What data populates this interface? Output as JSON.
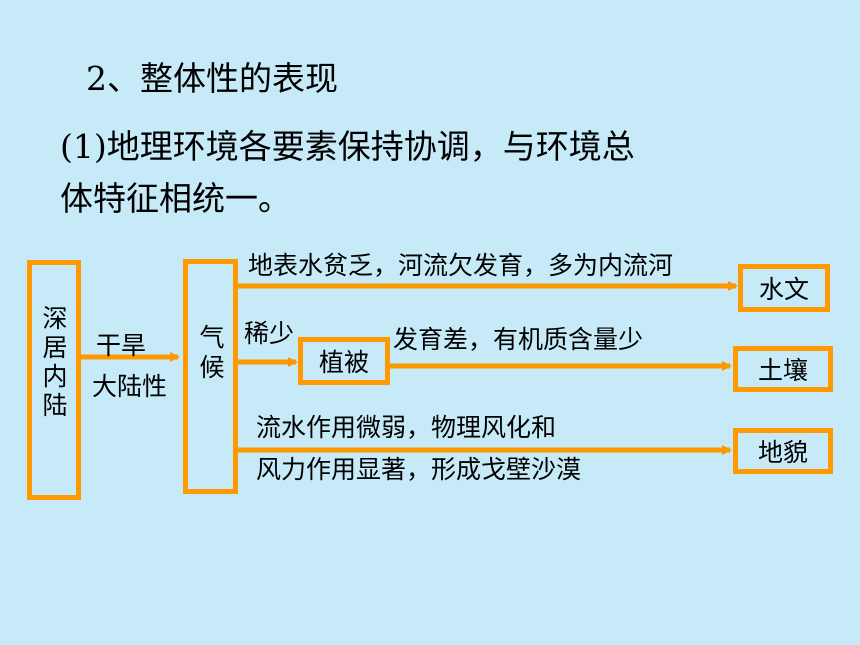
{
  "heading": "2、整体性的表现",
  "paragraph": {
    "line1": "(1)地理环境各要素保持协调，与环境总",
    "line2": "体特征相统一。"
  },
  "diagram": {
    "source": [
      "深",
      "居",
      "内",
      "陆"
    ],
    "edge_label_1": "干旱",
    "edge_label_2": "大陆性",
    "climate": [
      "气",
      "候"
    ],
    "label_hydrology": "地表水贫乏，河流欠发育，多为内流河",
    "label_sparse": "稀少",
    "label_soil": "发育差，有机质含量少",
    "label_landform_1": "流水作用微弱，物理风化和",
    "label_landform_2": "风力作用显著，形成戈壁沙漠",
    "vegetation": "植被",
    "hydrology": "水文",
    "soil": "土壤",
    "landform": "地貌"
  },
  "colors": {
    "background": "#c6eaf7",
    "accent": "#ff9900"
  }
}
